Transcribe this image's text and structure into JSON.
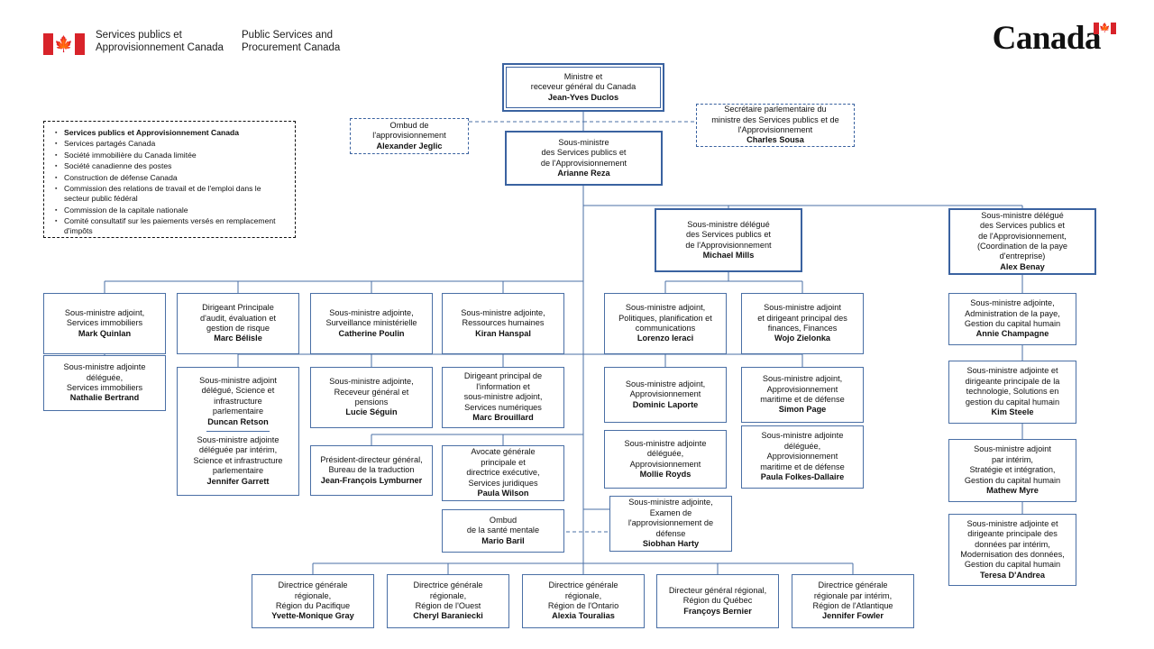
{
  "header": {
    "flag_icon": "canada-flag-icon",
    "wordmark_fr": "Services publics et\nApprovisionnement Canada",
    "wordmark_en": "Public Services and\nProcurement Canada",
    "canada_wordmark": "Canada"
  },
  "colors": {
    "box_border": "#4a6fa5",
    "accent_border": "#3a62a0",
    "flag_red": "#d8232a",
    "dashed_border": "#111111",
    "background": "#ffffff"
  },
  "agency_list": {
    "items": [
      "Services publics et Approvisionnement Canada",
      "Services partagés Canada",
      "Société immobilière du Canada limitée",
      "Société canadienne des postes",
      "Construction de défense Canada",
      "Commission des relations de travail et de l'emploi dans le secteur public fédéral",
      "Commission de la capitale nationale",
      "Comité consultatif sur les paiements versés en remplacement d'impôts"
    ]
  },
  "nodes": {
    "minister": {
      "title": "Ministre et\nreceveur général du Canada",
      "person": "Jean-Yves Duclos"
    },
    "ombud_procurement": {
      "title": "Ombud de\nl'approvisionnement",
      "person": "Alexander Jeglic"
    },
    "parliamentary_secretary": {
      "title": "Secrétaire parlementaire du\nministre des Services publics et de\nl'Approvisionnement",
      "person": "Charles Sousa"
    },
    "deputy_minister": {
      "title": "Sous-ministre\ndes Services publics et\nde l'Approvisionnement",
      "person": "Arianne Reza"
    },
    "associate_dm_mills": {
      "title": "Sous-ministre délégué\ndes Services publics et\nde l'Approvisionnement",
      "person": "Michael Mills"
    },
    "associate_dm_benay": {
      "title": "Sous-ministre délégué\ndes Services publics et\nde l'Approvisionnement,\n(Coordination de la paye\nd'entreprise)",
      "person": "Alex Benay"
    },
    "quinlan": {
      "title": "Sous-ministre adjoint,\nServices immobiliers",
      "person": "Mark Quinlan"
    },
    "bertrand": {
      "title": "Sous-ministre adjointe\ndéléguée,\nServices immobiliers",
      "person": "Nathalie Bertrand"
    },
    "belisle": {
      "title": "Dirigeant Principale\nd'audit, évaluation et\ngestion de risque",
      "person": "Marc Bélisle"
    },
    "retson": {
      "title": "Sous-ministre adjoint\ndélégué, Science et\ninfrastructure\nparlementaire",
      "person": "Duncan Retson"
    },
    "garrett": {
      "title": "Sous-ministre adjointe\ndéléguée par intérim,\nScience et infrastructure\nparlementaire",
      "person": "Jennifer Garrett"
    },
    "lymburner": {
      "title": "Président-directeur général,\nBureau de la traduction",
      "person": "Jean-François Lymburner"
    },
    "poulin": {
      "title": "Sous-ministre adjointe,\nSurveillance ministérielle",
      "person": "Catherine Poulin"
    },
    "seguin": {
      "title": "Sous-ministre adjointe,\nReceveur général et\npensions",
      "person": "Lucie Séguin"
    },
    "hanspal": {
      "title": "Sous-ministre adjointe,\nRessources humaines",
      "person": "Kiran Hanspal"
    },
    "brouillard": {
      "title": "Dirigeant principal de\nl'information et\nsous-ministre adjoint,\nServices numériques",
      "person": "Marc Brouillard"
    },
    "wilson": {
      "title": "Avocate générale\nprincipale et\ndirectrice exécutive,\nServices juridiques",
      "person": "Paula Wilson"
    },
    "baril": {
      "title": "Ombud\nde la santé mentale",
      "person": "Mario Baril"
    },
    "ieraci": {
      "title": "Sous-ministre adjoint,\nPolitiques, planification et\ncommunications",
      "person": "Lorenzo Ieraci"
    },
    "zielonka": {
      "title": "Sous-ministre adjoint\net dirigeant principal des\nfinances, Finances",
      "person": "Wojo Zielonka"
    },
    "laporte": {
      "title": "Sous-ministre adjoint,\nApprovisionnement",
      "person": "Dominic Laporte"
    },
    "royds": {
      "title": "Sous-ministre adjointe\ndéléguée,\nApprovisionnement",
      "person": "Mollie Royds"
    },
    "page": {
      "title": "Sous-ministre adjoint,\nApprovisionnement\nmaritime et de défense",
      "person": "Simon Page"
    },
    "folkes_dallaire": {
      "title": "Sous-ministre adjointe\ndéléguée,\nApprovisionnement\nmaritime et de défense",
      "person": "Paula Folkes-Dallaire"
    },
    "harty": {
      "title": "Sous-ministre adjointe,\nExamen de\nl'approvisionnement de\ndéfense",
      "person": "Siobhan Harty"
    },
    "champagne": {
      "title": "Sous-ministre adjointe,\nAdministration de la paye,\nGestion du capital humain",
      "person": "Annie Champagne"
    },
    "steele": {
      "title": "Sous-ministre adjointe et\ndirigeante principale de la\ntechnologie, Solutions en\ngestion du capital humain",
      "person": "Kim Steele"
    },
    "myre": {
      "title": "Sous-ministre adjoint\npar intérim,\nStratégie et intégration,\nGestion du capital humain",
      "person": "Mathew Myre"
    },
    "dandrea": {
      "title": "Sous-ministre adjointe et\ndirigeante principale des\ndonnées par intérim,\nModernisation des données,\nGestion du capital humain",
      "person": "Teresa D'Andrea"
    },
    "gray": {
      "title": "Directrice générale\nrégionale,\nRégion du Pacifique",
      "person": "Yvette-Monique Gray"
    },
    "baraniecki": {
      "title": "Directrice générale\nrégionale,\nRégion de l'Ouest",
      "person": "Cheryl Baraniecki"
    },
    "touralias": {
      "title": "Directrice générale\nrégionale,\nRégion de l'Ontario",
      "person": "Alexia Touralias"
    },
    "bernier": {
      "title": "Directeur général régional,\nRégion du Québec",
      "person": "Françoys Bernier"
    },
    "fowler": {
      "title": "Directrice générale\nrégionale par intérim,\nRégion de l'Atlantique",
      "person": "Jennifer Fowler"
    }
  }
}
